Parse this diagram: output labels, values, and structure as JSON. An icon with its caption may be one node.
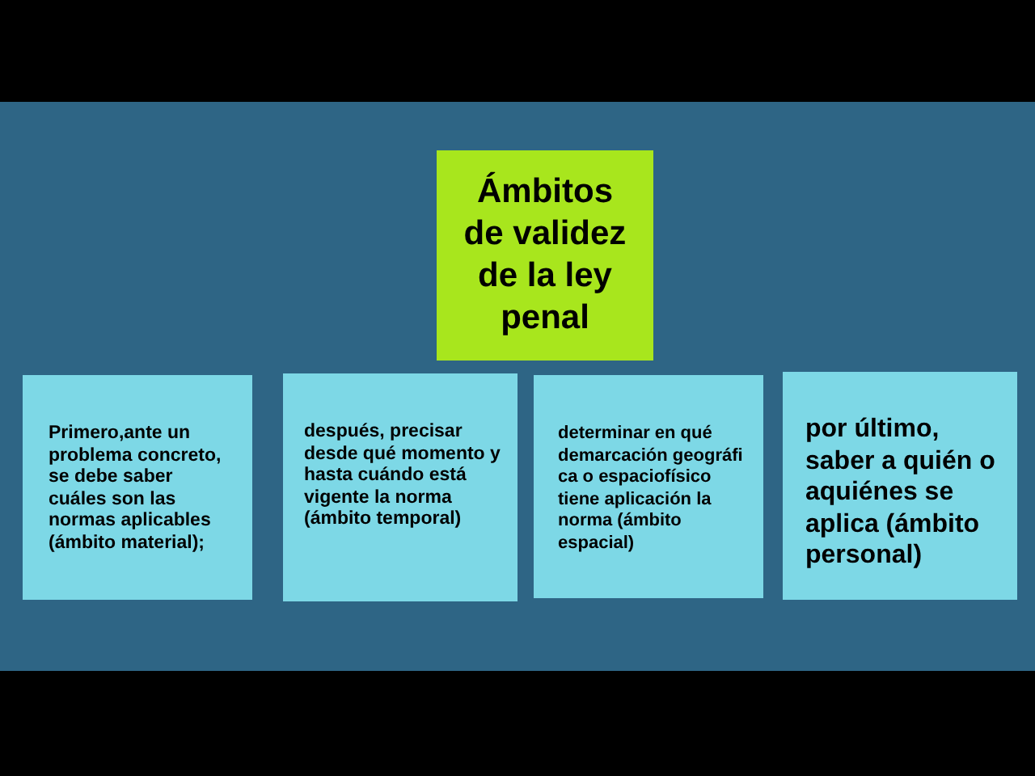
{
  "diagram": {
    "nodes": [
      {
        "text": [
          "Ámbitos de validez de la ley penal"
        ]
      },
      {
        "text": [
          "Primero,ante un problema concreto, se debe saber cuáles son las normas aplicables (ámbito material);"
        ]
      },
      {
        "text": [
          "después, precisar desde qué momento y hasta cuándo está vigente la norma (ámbito temporal)"
        ]
      },
      {
        "text": [
          "determinar en qué demarcación geográfi ca o espaciofísico tiene aplicación la norma (ámbito espacial)"
        ]
      },
      {
        "text": [
          "por último, saber a quién o aquiénes se aplica (ámbito personal)"
        ]
      }
    ]
  }
}
